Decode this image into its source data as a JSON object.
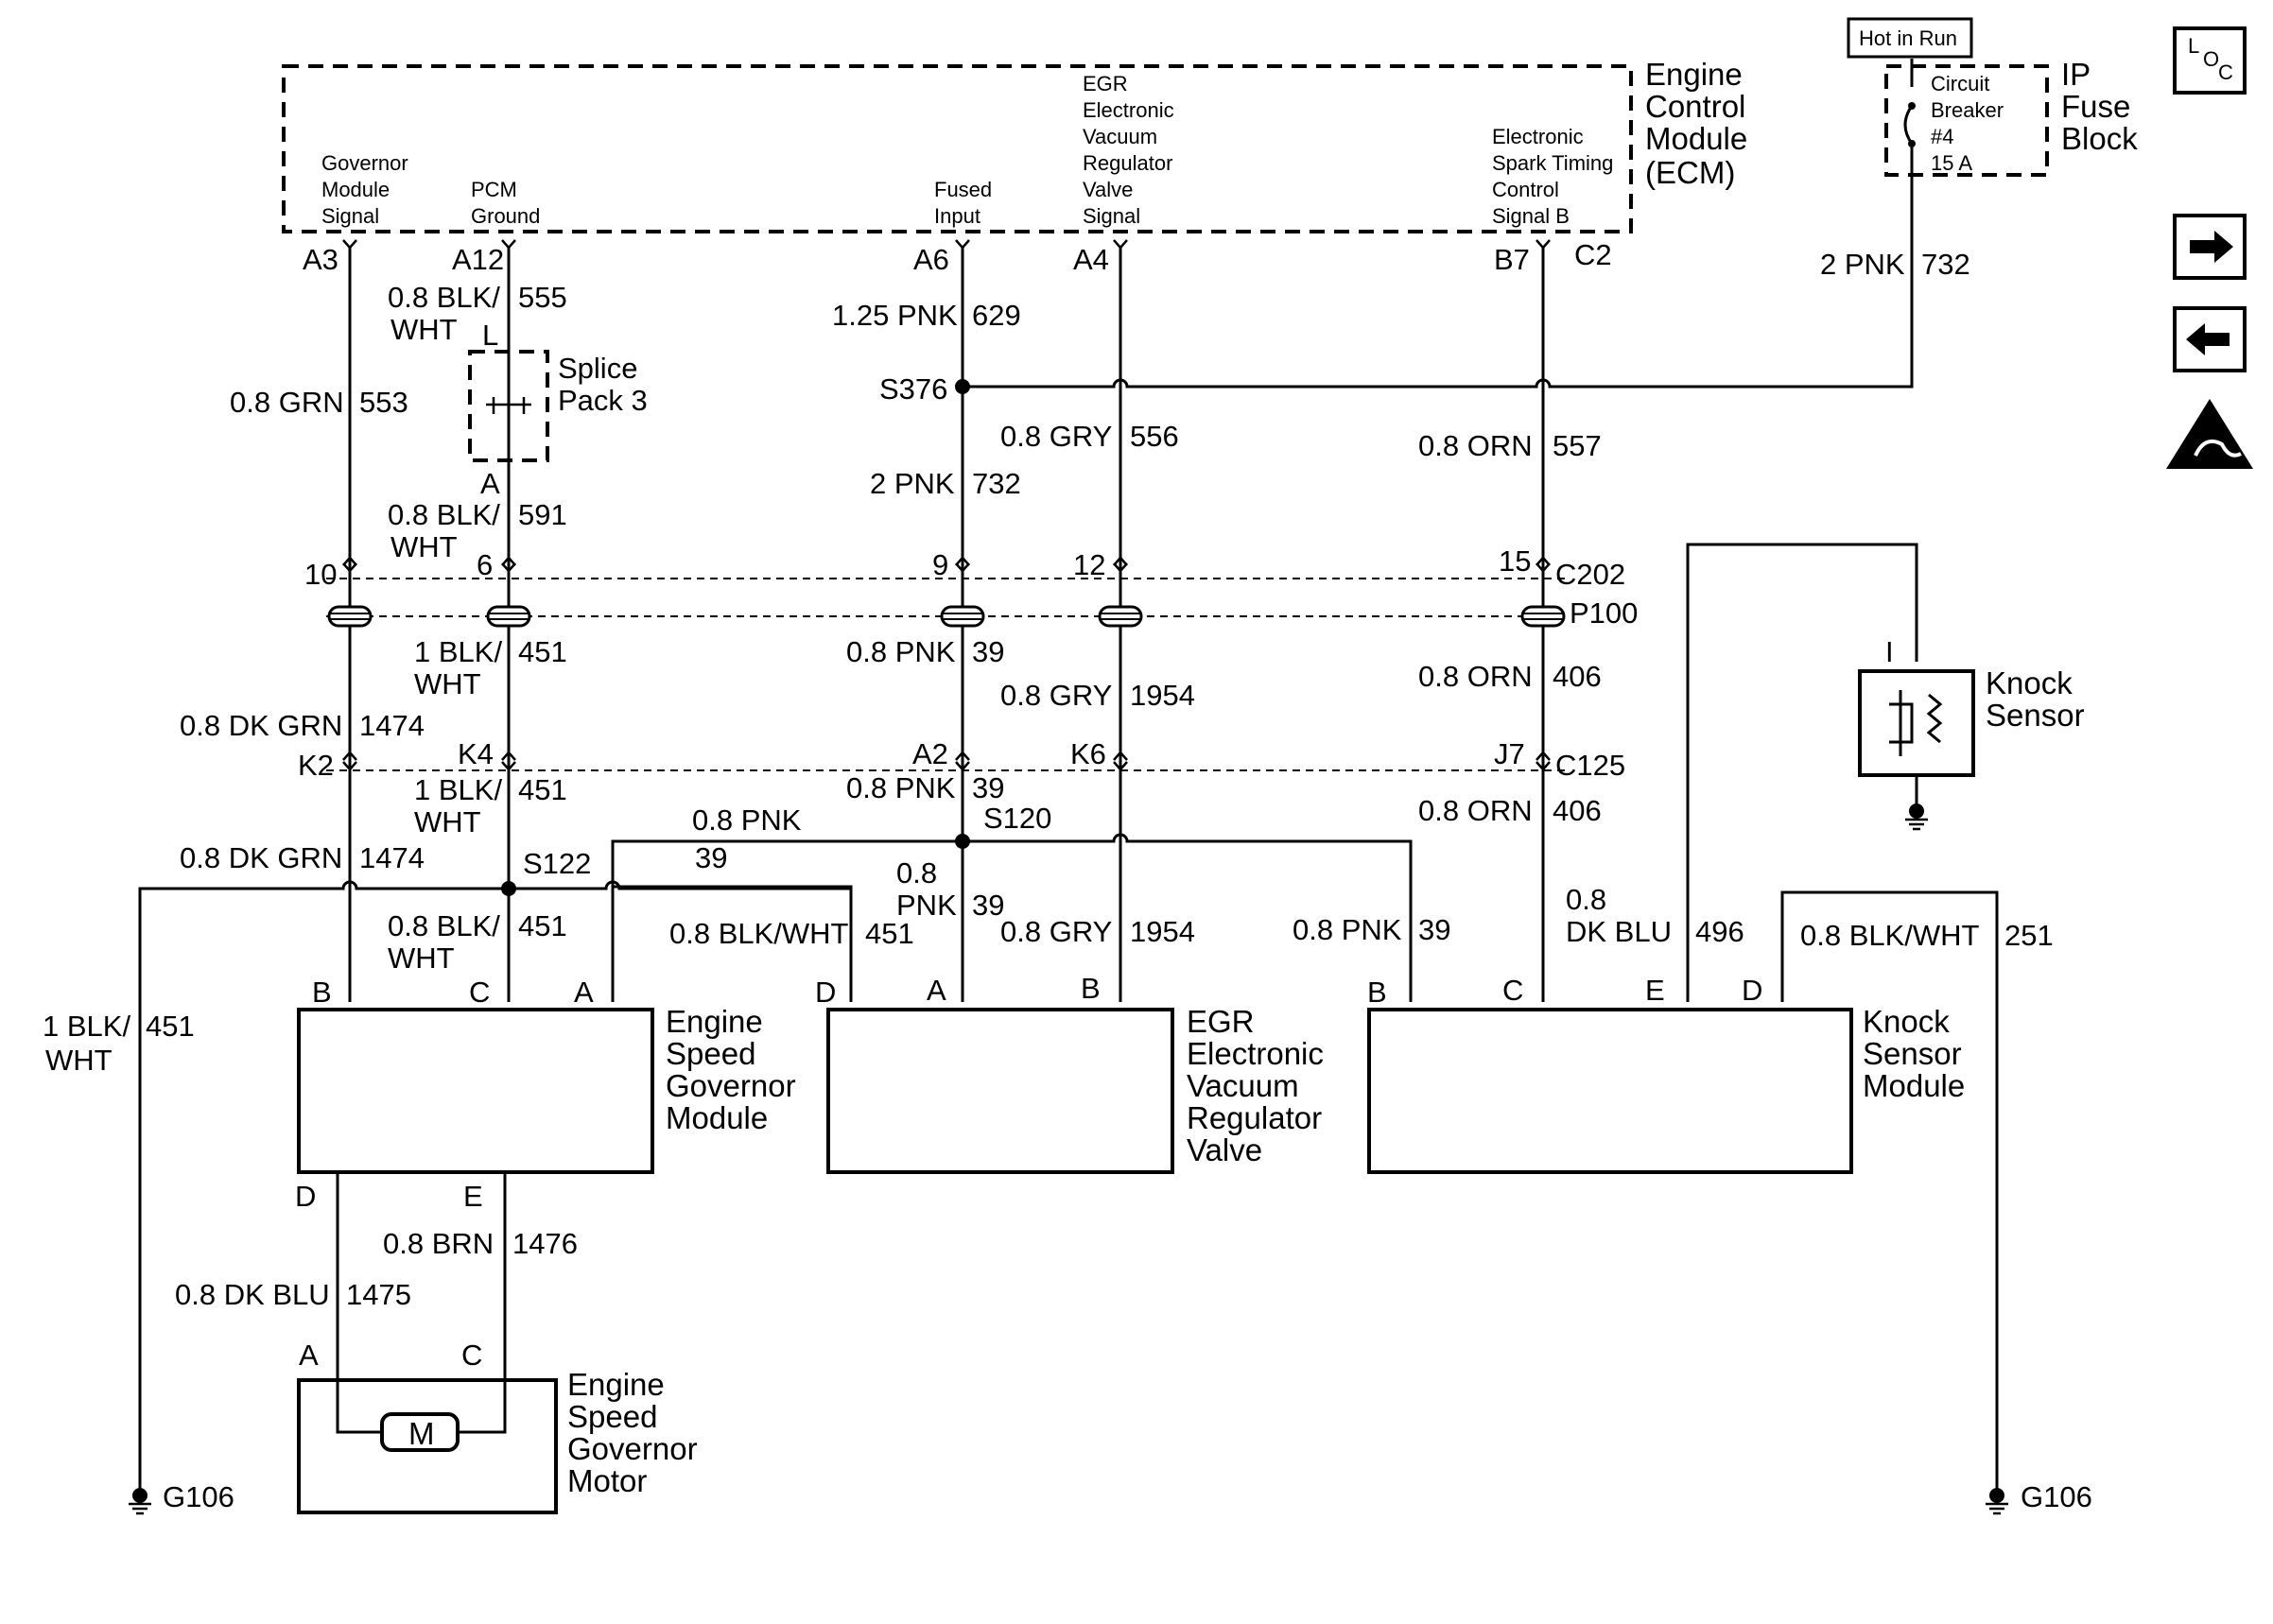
{
  "hot_in_run": "Hot in Run",
  "modules": {
    "ecm": [
      "Engine",
      "Control",
      "Module",
      "(ECM)"
    ],
    "fuse_block": [
      "IP",
      "Fuse",
      "Block"
    ],
    "circuit_breaker": [
      "Circuit",
      "Breaker",
      "#4",
      "15 A"
    ],
    "esg_module": [
      "Engine",
      "Speed",
      "Governor",
      "Module"
    ],
    "egr_valve": [
      "EGR",
      "Electronic",
      "Vacuum",
      "Regulator",
      "Valve"
    ],
    "ksm": [
      "Knock",
      "Sensor",
      "Module"
    ],
    "knock_sensor": [
      "Knock",
      "Sensor"
    ],
    "splice_pack": [
      "Splice",
      "Pack 3"
    ],
    "motor": [
      "Engine",
      "Speed",
      "Governor",
      "Motor"
    ],
    "motor_symbol": "M"
  },
  "ecm_pins": {
    "gov_signal": [
      "Governor",
      "Module",
      "Signal"
    ],
    "pcm_ground": [
      "PCM",
      "Ground"
    ],
    "fused_input": [
      "Fused",
      "Input"
    ],
    "egr_signal": [
      "EGR",
      "Electronic",
      "Vacuum",
      "Regulator",
      "Valve",
      "Signal"
    ],
    "est_signal": [
      "Electronic",
      "Spark Timing",
      "Control",
      "Signal B"
    ]
  },
  "connectors": {
    "c202": "C202",
    "p100": "P100",
    "c125": "C125",
    "ecm_c2": "C2",
    "s376": "S376",
    "s120": "S120",
    "s122": "S122",
    "g106_left": "G106",
    "g106_right": "G106"
  },
  "pin_labels": {
    "a3": "A3",
    "a12": "A12",
    "a6": "A6",
    "a4": "A4",
    "b7": "B7",
    "splice_l": "L",
    "splice_a": "A",
    "c10": "10",
    "c6": "6",
    "c9": "9",
    "c12": "12",
    "c15": "15",
    "k2": "K2",
    "k4": "K4",
    "a2": "A2",
    "k6": "K6",
    "j7": "J7",
    "esg_b": "B",
    "esg_c": "C",
    "esg_a": "A",
    "esg_d": "D",
    "esg_e": "E",
    "egr_d": "D",
    "egr_a": "A",
    "egr_b": "B",
    "ksm_b": "B",
    "ksm_c": "C",
    "ksm_e": "E",
    "ksm_d": "D",
    "motor_a": "A",
    "motor_c": "C",
    "ks_i": "I"
  },
  "wires": {
    "w553": [
      "0.8 GRN",
      "553"
    ],
    "w555": [
      "0.8 BLK/",
      "WHT",
      "555"
    ],
    "w591": [
      "0.8 BLK/",
      "WHT",
      "591"
    ],
    "w629": [
      "1.25 PNK",
      "629"
    ],
    "w732a": [
      "2 PNK",
      "732"
    ],
    "w732b": [
      "2 PNK",
      "732"
    ],
    "w556": [
      "0.8 GRY",
      "556"
    ],
    "w557": [
      "0.8 ORN",
      "557"
    ],
    "w1474a": [
      "0.8 DK GRN",
      "1474"
    ],
    "w1474b": [
      "0.8 DK GRN",
      "1474"
    ],
    "w451a": [
      "1 BLK/",
      "WHT",
      "451"
    ],
    "w451b": [
      "1 BLK/",
      "WHT",
      "451"
    ],
    "w451c": [
      "0.8 BLK/",
      "WHT",
      "451"
    ],
    "w451d": [
      "1 BLK/",
      "WHT",
      "451"
    ],
    "w39a": [
      "0.8 PNK",
      "39"
    ],
    "w39b": [
      "0.8 PNK",
      "39"
    ],
    "w39c": [
      "0.8 PNK",
      "39"
    ],
    "w39d": [
      "0.8",
      "PNK",
      "39"
    ],
    "w39e": [
      "0.8 PNK",
      "39"
    ],
    "w451e": [
      "0.8 BLK/WHT",
      "451"
    ],
    "w1954a": [
      "0.8 GRY",
      "1954"
    ],
    "w1954b": [
      "0.8 GRY",
      "1954"
    ],
    "w406a": [
      "0.8 ORN",
      "406"
    ],
    "w406b": [
      "0.8 ORN",
      "406"
    ],
    "w496": [
      "0.8",
      "DK BLU",
      "496"
    ],
    "w251": [
      "0.8 BLK/WHT",
      "251"
    ],
    "w1476": [
      "0.8 BRN",
      "1476"
    ],
    "w1475": [
      "0.8 DK BLU",
      "1475"
    ]
  },
  "side_icons": [
    "location-icon",
    "next-page-icon",
    "previous-page-icon",
    "esd-warning-icon"
  ],
  "loc_text": [
    "L",
    "O",
    "C"
  ]
}
